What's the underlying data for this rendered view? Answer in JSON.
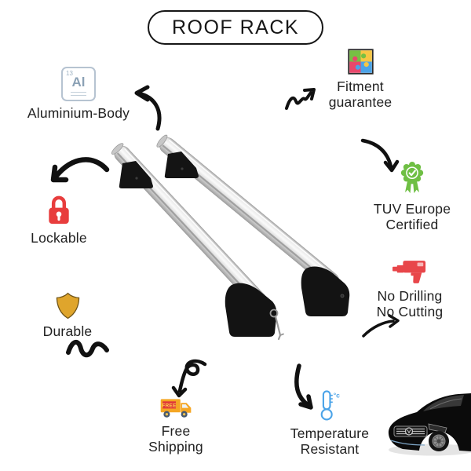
{
  "title": {
    "label": "ROOF RACK"
  },
  "features": {
    "aluminium": {
      "label": "Aluminium-Body",
      "element": {
        "symbol": "Al",
        "number": "13"
      }
    },
    "fitment": {
      "line1": "Fitment",
      "line2": "guarantee"
    },
    "tuv": {
      "line1": "TUV Europe",
      "line2": "Certified"
    },
    "drilling": {
      "line1": "No Drilling",
      "line2": "No Cutting"
    },
    "temperature": {
      "line1": "Temperature",
      "line2": "Resistant",
      "unit": "°c"
    },
    "shipping": {
      "line1": "Free",
      "line2": "Shipping",
      "truck_label": "FREE"
    },
    "durable": {
      "label": "Durable"
    },
    "lockable": {
      "label": "Lockable"
    }
  },
  "colors": {
    "text": "#212121",
    "arrow": "#111111",
    "puzzle_green": "#76c043",
    "puzzle_yellow": "#f7c744",
    "puzzle_pink": "#e8476b",
    "puzzle_blue": "#4aa3e8",
    "badge_green": "#6fbf44",
    "drill_red": "#e8464a",
    "thermometer_blue": "#4aa3e8",
    "truck_orange": "#f5a623",
    "truck_label_red": "#e03a3a",
    "truck_label_text": "#ffd84d",
    "shield_gold": "#dfa52c",
    "lock_red": "#e83d3d",
    "element_gray_blue": "#b6c3d1"
  }
}
